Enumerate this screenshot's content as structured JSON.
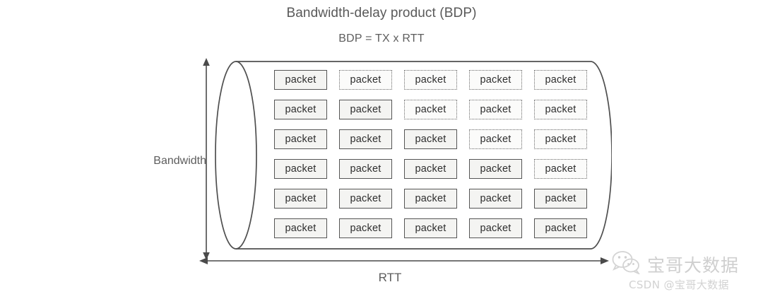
{
  "figure": {
    "title": "Bandwidth-delay product (BDP)",
    "subtitle": "BDP = TX x RTT",
    "vertical_axis_label": "Bandwidth",
    "horizontal_axis_label": "RTT",
    "packet_label": "packet",
    "colors": {
      "text": "#5d5d5d",
      "packet_border_solid": "#555555",
      "packet_border_dotted": "#6a6a6a",
      "packet_fill": "#f4f4f2",
      "cylinder_stroke": "#4f4f4f",
      "arrow": "#4a4a4a",
      "watermark": "#cfcfcf",
      "background": "#ffffff"
    },
    "icons": {
      "bandwidth_arrow": "double-headed-vertical-arrow",
      "rtt_arrow": "double-headed-horizontal-arrow",
      "pipe": "cylinder-shape"
    }
  },
  "chart_data": {
    "type": "diagram",
    "title": "Bandwidth-delay product (BDP)",
    "subtitle": "BDP = TX x RTT",
    "xlabel": "RTT",
    "ylabel": "Bandwidth",
    "description": "A network pipe drawn as a cylinder filled with a 5-column x 6-row grid of packets. Solid-bordered packets indicate in-flight/acknowledged data; dotted-bordered packets indicate unfilled capacity. The solid region forms a staircase that grows from 1 packet in the top row to the full 5 packets in the bottom two rows.",
    "columns": 5,
    "rows": 6,
    "cell_label": "packet",
    "styles": [
      "solid",
      "dotted"
    ],
    "grid": [
      [
        "solid",
        "dotted",
        "dotted",
        "dotted",
        "dotted"
      ],
      [
        "solid",
        "solid",
        "dotted",
        "dotted",
        "dotted"
      ],
      [
        "solid",
        "solid",
        "solid",
        "dotted",
        "dotted"
      ],
      [
        "solid",
        "solid",
        "solid",
        "solid",
        "dotted"
      ],
      [
        "solid",
        "solid",
        "solid",
        "solid",
        "solid"
      ],
      [
        "solid",
        "solid",
        "solid",
        "solid",
        "solid"
      ]
    ],
    "solid_counts_per_row": [
      1,
      2,
      3,
      4,
      5,
      5
    ],
    "total_cells": 30,
    "total_solid": 20,
    "total_dotted": 10
  },
  "watermark": {
    "brand": "宝哥大数据",
    "attribution": "CSDN @宝哥大数据",
    "icon": "wechat-bubbles-icon"
  }
}
